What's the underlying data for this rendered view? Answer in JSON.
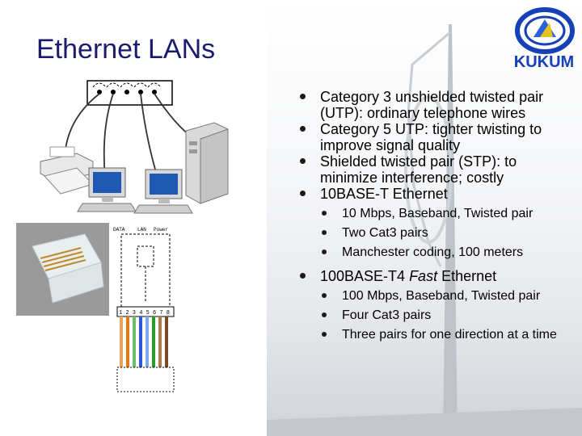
{
  "slide": {
    "title": "Ethernet LANs",
    "logo_text": "KUKUM"
  },
  "diagram": {
    "connector_labels": [
      "DATA",
      "LAN",
      "Power"
    ],
    "pin_numbers": "1 2 3 4 5 6 7 8",
    "wire_colors": [
      "#e8a25a",
      "#e07b1a",
      "#6bbf6b",
      "#2a5ad8",
      "#7fa7ee",
      "#2a9a2a",
      "#b07a4a",
      "#7a4a22"
    ]
  },
  "bullets": [
    {
      "text": "Category 3 unshielded twisted pair (UTP):  ordinary telephone wires",
      "sub": []
    },
    {
      "text": "Category 5 UTP:  tighter twisting to improve signal quality",
      "sub": []
    },
    {
      "text": "Shielded twisted pair (STP): to minimize interference; costly",
      "sub": []
    },
    {
      "text": "10BASE-T Ethernet",
      "sub": [
        "10 Mbps, Baseband, Twisted pair",
        "Two Cat3 pairs",
        "Manchester coding, 100 meters"
      ]
    },
    {
      "text_before": "100BASE-T4 ",
      "text_italic": "Fast",
      "text_after": " Ethernet",
      "sub": [
        "100 Mbps, Baseband, Twisted pair",
        "Four Cat3 pairs",
        "Three pairs for one direction at a time"
      ]
    }
  ],
  "colors": {
    "title": "#1a1a6e",
    "logo_blue": "#1540b8"
  }
}
